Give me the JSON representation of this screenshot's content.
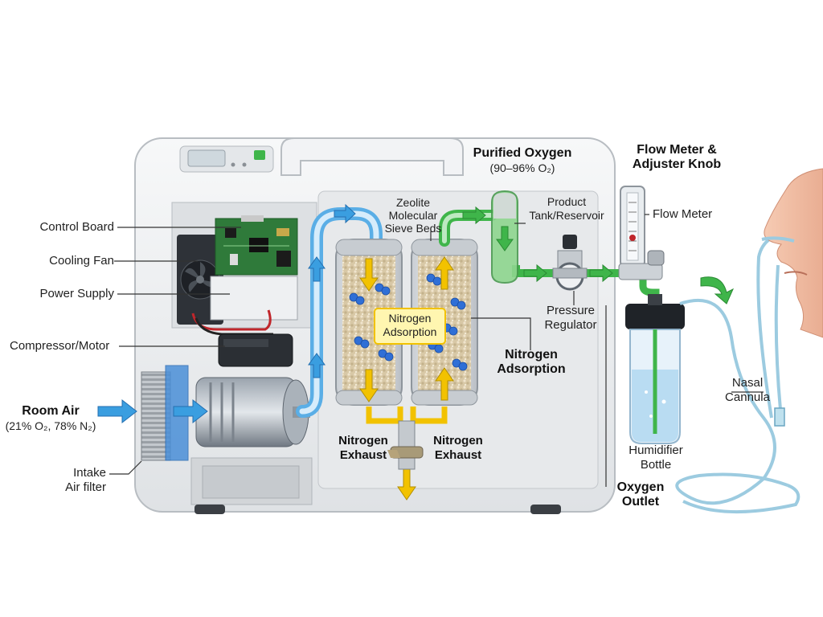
{
  "labels": {
    "control_board": "Control Board",
    "cooling_fan": "Cooling Fan",
    "power_supply": "Power Supply",
    "compressor_motor": "Compressor/Motor",
    "room_air": "Room Air",
    "room_air_sub": "(21% O₂, 78% N₂)",
    "intake_filter_1": "Intake",
    "intake_filter_2": "Air filter",
    "zeolite_1": "Zeolite",
    "zeolite_2": "Molecular",
    "zeolite_3": "Sieve Beds",
    "nitrogen_adsorption_center_1": "Nitrogen",
    "nitrogen_adsorption_center_2": "Adsorption",
    "nitrogen_adsorption_right_1": "Nitrogen",
    "nitrogen_adsorption_right_2": "Adsorption",
    "nitrogen_exhaust_left_1": "Nitrogen",
    "nitrogen_exhaust_left_2": "Exhaust",
    "nitrogen_exhaust_right_1": "Nitrogen",
    "nitrogen_exhaust_right_2": "Exhaust",
    "purified_oxygen": "Purified Oxygen",
    "purified_oxygen_sub": "(90–96% O₂)",
    "product_tank_1": "Product",
    "product_tank_2": "Tank/Reservoir",
    "pressure_regulator_1": "Pressure",
    "pressure_regulator_2": "Regulator",
    "flow_meter_knob_1": "Flow Meter &",
    "flow_meter_knob_2": "Adjuster Knob",
    "flow_meter": "Flow Meter",
    "humidifier_1": "Humidifier",
    "humidifier_2": "Bottle",
    "oxygen_outlet_1": "Oxygen",
    "oxygen_outlet_2": "Outlet",
    "nasal_cannula_1": "Nasal",
    "nasal_cannula_2": "Cannula"
  },
  "colors": {
    "air_flow": "#3a9ee0",
    "oxygen_flow": "#3fb54a",
    "nitrogen_flow": "#f2c200",
    "housing": "#eceef0",
    "panel": "#d8dadc",
    "zeolite": "#d9c9a8",
    "oxygen_molecule": "#2f6fd6",
    "water": "#b9dcf2"
  },
  "icons": [
    "cooling-fan-icon",
    "circuit-board-icon",
    "motor-icon",
    "gauge-icon",
    "knob-icon",
    "nose-icon"
  ]
}
